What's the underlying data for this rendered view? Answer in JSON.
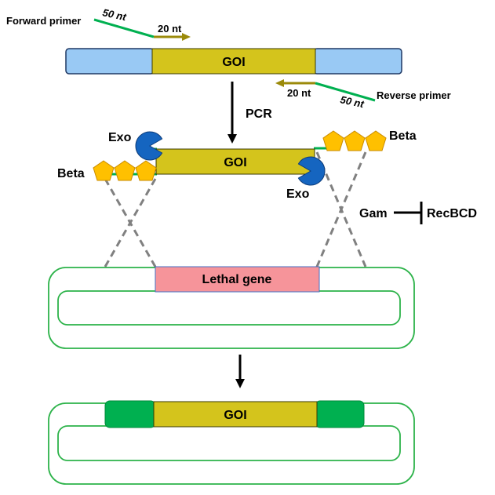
{
  "labels": {
    "forward_primer": "Forward primer",
    "reverse_primer": "Reverse primer",
    "fwd_50nt": "50 nt",
    "fwd_20nt": "20 nt",
    "rev_20nt": "20 nt",
    "rev_50nt": "50 nt",
    "goi_top": "GOI",
    "pcr": "PCR",
    "exo_left": "Exo",
    "exo_right": "Exo",
    "goi_mid": "GOI",
    "beta_left": "Beta",
    "beta_right": "Beta",
    "gam": "Gam",
    "recbcd": "RecBCD",
    "lethal_gene": "Lethal gene",
    "goi_bottom": "GOI"
  },
  "colors": {
    "goi": "#d4c41c",
    "flank_blue": "#99c9f4",
    "homology_green": "#00b050",
    "primer_olive": "#9b8a0a",
    "exo_blue": "#1565c0",
    "beta_yellow": "#ffc000",
    "lethal_pink": "#f6949a",
    "plasmid_green": "#2db34a"
  }
}
